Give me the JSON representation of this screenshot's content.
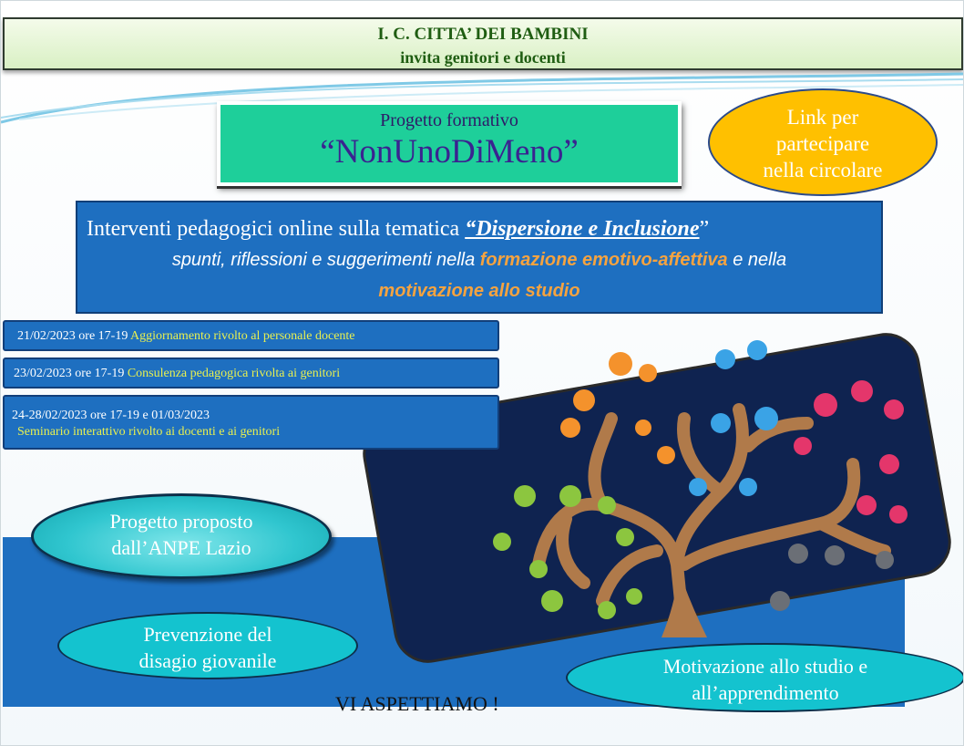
{
  "header": {
    "title": "I. C. CITTA’ DEI BAMBINI",
    "subtitle": "invita genitori e docenti"
  },
  "progetto": {
    "label": "Progetto formativo",
    "name": "“NonUnoDiMeno”"
  },
  "link_oval": {
    "text": "Link per partecipare nella circolare",
    "line1": "Link per",
    "line2": "partecipare",
    "line3": "nella circolare"
  },
  "interventi": {
    "line1_prefix": "Interventi  pedagogici online sulla  tematica ",
    "line1_emph": "“Dispersione e Inclusione",
    "line1_suffix": "”",
    "line2_prefix": "spunti, riflessioni e suggerimenti nella ",
    "line2_emph": "formazione emotivo-affettiva",
    "line2_suffix": "  e nella",
    "line3": "motivazione allo studio"
  },
  "dates": [
    {
      "date": "21/02/2023 ore 17-19 ",
      "desc": "Aggiornamento rivolto al personale docente"
    },
    {
      "date": "23/02/2023 ore 17-19 ",
      "desc": "Consulenza pedagogica rivolta ai genitori"
    },
    {
      "date": "24-28/02/2023 ore 17-19 e 01/03/2023",
      "desc": "Seminario interattivo rivolto ai docenti e ai genitori"
    }
  ],
  "ovals": {
    "proposto_l1": "Progetto proposto",
    "proposto_l2": "dall’ANPE Lazio",
    "prevenzione_l1": "Prevenzione del",
    "prevenzione_l2": "disagio giovanile",
    "motivazione_l1": "Motivazione allo studio e",
    "motivazione_l2": "all’apprendimento"
  },
  "footer": "VI ASPETTIAMO !",
  "colors": {
    "header_text": "#1f5d12",
    "progetto_bg": "#1ecf9a",
    "link_oval_bg": "#ffc000",
    "blue_box": "#1e6fc0",
    "accent_orange": "#f5a340",
    "date_desc": "#e8f050",
    "tree_bg": "#0f2350",
    "teal_oval": "#14c3cf"
  },
  "icons": [
    "tree-of-hands-illustration"
  ]
}
